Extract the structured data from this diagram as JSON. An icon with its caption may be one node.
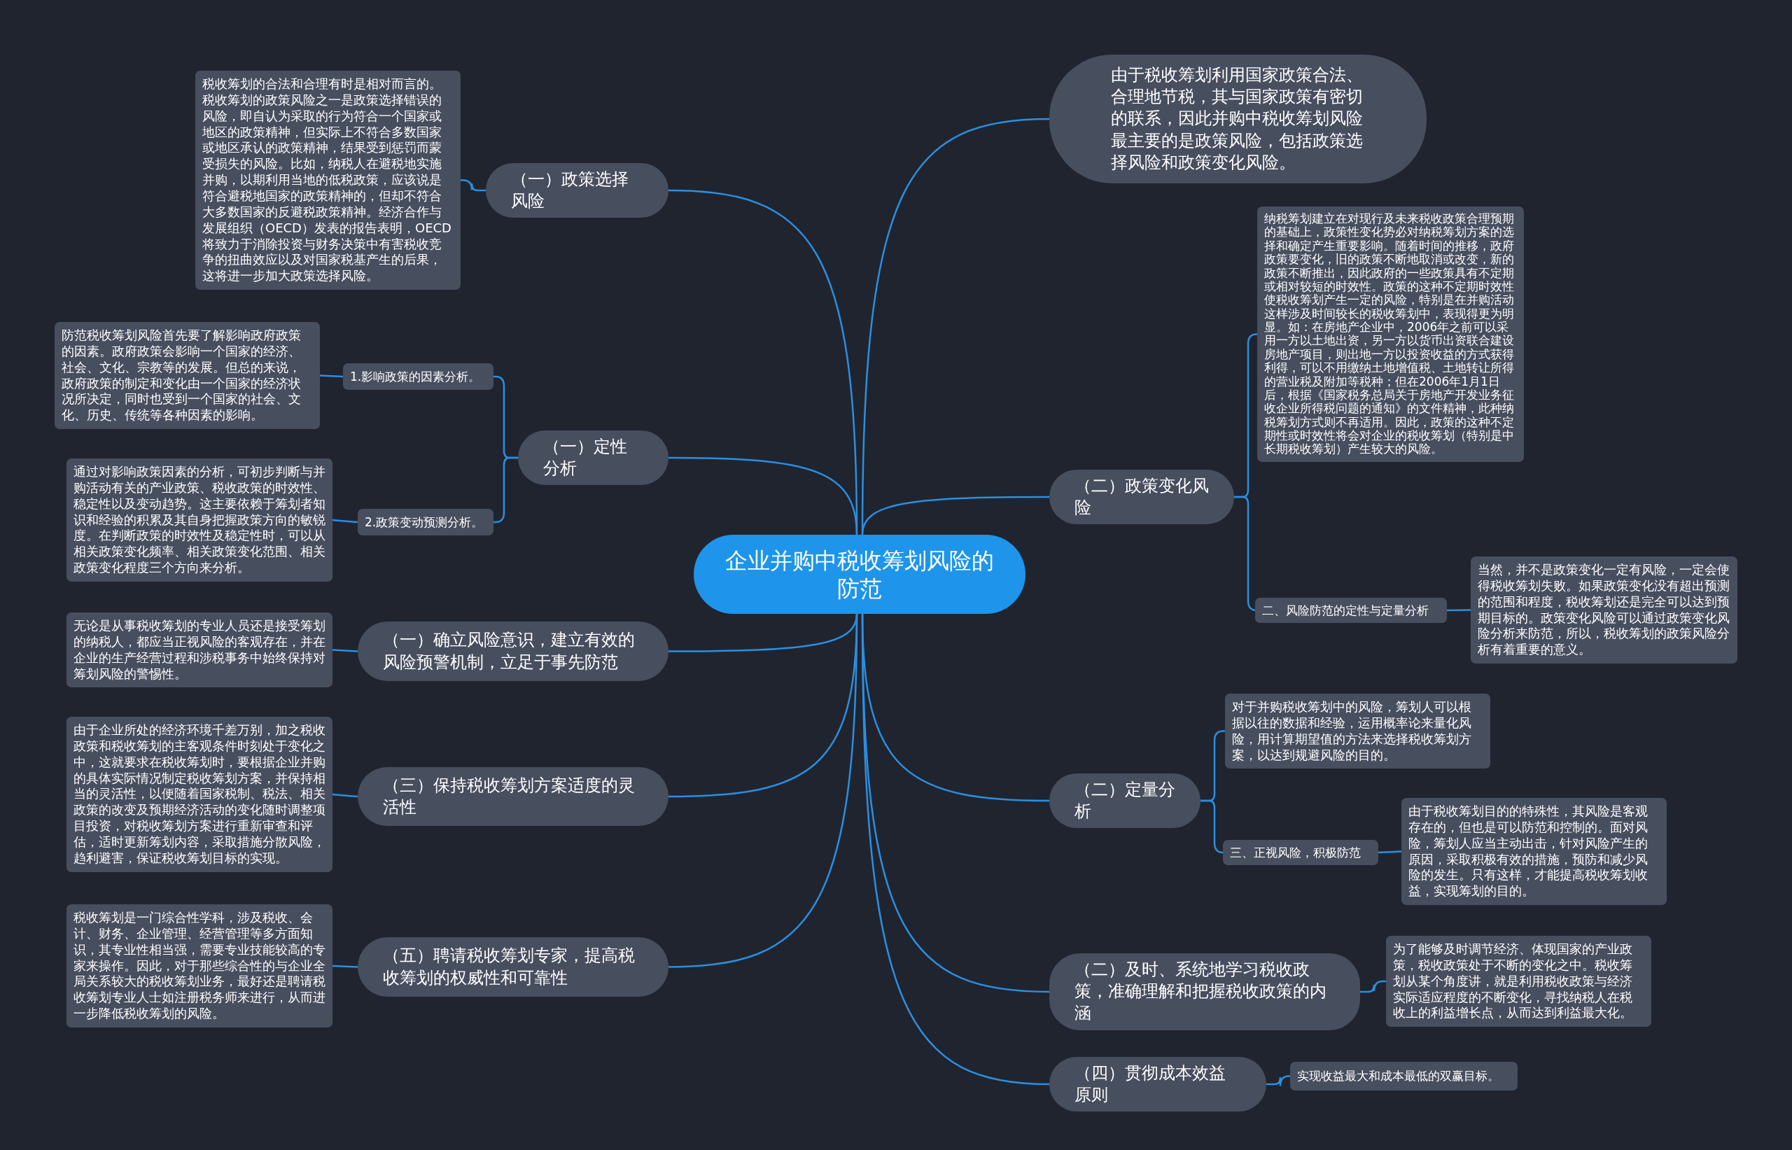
{
  "diagram": {
    "nodes": [
      {
        "text": [
          "企业并购中税收筹划风险的防范"
        ]
      },
      {
        "text": [
          "（一）政策选择风险"
        ]
      },
      {
        "text": [
          "税收筹划的合法和合理有时是相对而言的。税收筹划的政策风险之一是政策选择错误的风险，即自认为采取的行为符合一个国家或地区的政策精神，但实际上不符合多数国家或地区承认的政策精神，结果受到惩罚而蒙受损失的风险。比如，纳税人在避税地实施并购，以期利用当地的低税政策，应该说是符合避税地国家的政策精神的，但却不符合大多数国家的反避税政策精神。经济合作与发展组织（OECD）发表的报告表明，OECD将致力于消除投资与财务决策中有害税收竞争的扭曲效应以及对国家税基产生的后果，这将进一步加大政策选择风险。"
        ]
      },
      {
        "text": [
          "（一）定性分析"
        ]
      },
      {
        "text": [
          "1.影响政策的因素分析。"
        ]
      },
      {
        "text": [
          "防范税收筹划风险首先要了解影响政府政策的因素。政府政策会影响一个国家的经济、社会、文化、宗教等的发展。但总的来说，政府政策的制定和变化由一个国家的经济状况所决定，同时也受到一个国家的社会、文化、历史、传统等各种因素的影响。"
        ]
      },
      {
        "text": [
          "2.政策变动预测分析。"
        ]
      },
      {
        "text": [
          "通过对影响政策因素的分析，可初步判断与并购活动有关的产业政策、税收政策的时效性、稳定性以及变动趋势。这主要依赖于筹划者知识和经验的积累及其自身把握政策方向的敏锐度。在判断政策的时效性及稳定性时，可以从相关政策变化频率、相关政策变化范围、相关政策变化程度三个方向来分析。"
        ]
      },
      {
        "text": [
          "（一）确立风险意识，建立有效的风险预警机制，立足于事先防范"
        ]
      },
      {
        "text": [
          "无论是从事税收筹划的专业人员还是接受筹划的纳税人，都应当正视风险的客观存在，并在企业的生产经营过程和涉税事务中始终保持对筹划风险的警惕性。"
        ]
      },
      {
        "text": [
          "（三）保持税收筹划方案适度的灵活性"
        ]
      },
      {
        "text": [
          "由于企业所处的经济环境千差万别，加之税收政策和税收筹划的主客观条件时刻处于变化之中，这就要求在税收筹划时，要根据企业并购的具体实际情况制定税收筹划方案，并保持相当的灵活性，以便随着国家税制、税法、相关政策的改变及预期经济活动的变化随时调整项目投资，对税收筹划方案进行重新审查和评估，适时更新筹划内容，采取措施分散风险，趋利避害，保证税收筹划目标的实现。"
        ]
      },
      {
        "text": [
          "（五）聘请税收筹划专家，提高税收筹划的权威性和可靠性"
        ]
      },
      {
        "text": [
          "税收筹划是一门综合性学科，涉及税收、会计、财务、企业管理、经营管理等多方面知识，其专业性相当强，需要专业技能较高的专家来操作。因此，对于那些综合性的与企业全局关系较大的税收筹划业务，最好还是聘请税收筹划专业人士如注册税务师来进行，从而进一步降低税收筹划的风险。"
        ]
      },
      {
        "text": [
          "由于税收筹划利用国家政策合法、合理地节税，其与国家政策有密切的联系，因此并购中税收筹划风险最主要的是政策风险，包括政策选择风险和政策变化风险。"
        ]
      },
      {
        "text": [
          "（二）政策变化风险"
        ]
      },
      {
        "text": [
          "纳税筹划建立在对现行及未来税收政策合理预期的基础上，政策性变化势必对纳税筹划方案的选择和确定产生重要影响。随着时间的推移，政府政策要变化，旧的政策不断地取消或改变，新的政策不断推出，因此政府的一些政策具有不定期或相对较短的时效性。政策的这种不定期时效性使税收筹划产生一定的风险，特别是在并购活动这样涉及时间较长的税收筹划中，表现得更为明显。如：在房地产企业中，2006年之前可以采用一方以土地出资，另一方以货币出资联合建设房地产项目，则出地一方以投资收益的方式获得利得，可以不用缴纳土地增值税、土地转让所得的营业税及附加等税种；但在2006年1月1日后，根据《国家税务总局关于房地产开发业务征收企业所得税问题的通知》的文件精神，此种纳税筹划方式则不再适用。因此，政策的这种不定期性或时效性将会对企业的税收筹划（特别是中长期税收筹划）产生较大的风险。"
        ]
      },
      {
        "text": [
          "二、风险防范的定性与定量分析"
        ]
      },
      {
        "text": [
          "当然，并不是政策变化一定有风险，一定会使得税收筹划失败。如果政策变化没有超出预测的范围和程度，税收筹划还是完全可以达到预期目标的。政策变化风险可以通过政策变化风险分析来防范，所以，税收筹划的政策风险分析有着重要的意义。"
        ]
      },
      {
        "text": [
          "（二）定量分析"
        ]
      },
      {
        "text": [
          "对于并购税收筹划中的风险，筹划人可以根据以往的数据和经验，运用概率论来量化风险，用计算期望值的方法来选择税收筹划方案，以达到规避风险的目的。"
        ]
      },
      {
        "text": [
          "三、正视风险，积极防范"
        ]
      },
      {
        "text": [
          "由于税收筹划目的的特殊性，其风险是客观存在的，但也是可以防范和控制的。面对风险，筹划人应当主动出击，针对风险产生的原因，采取积极有效的措施，预防和减少风险的发生。只有这样，才能提高税收筹划收益，实现筹划的目的。"
        ]
      },
      {
        "text": [
          "（二）及时、系统地学习税收政策，准确理解和把握税收政策的内涵"
        ]
      },
      {
        "text": [
          "为了能够及时调节经济、体现国家的产业政策，税收政策处于不断的变化之中。税收筹划从某个角度讲，就是利用税收政策与经济实际适应程度的不断变化，寻找纳税人在税收上的利益增长点，从而达到利益最大化。"
        ]
      },
      {
        "text": [
          "（四）贯彻成本效益原则"
        ]
      },
      {
        "text": [
          "实现收益最大和成本最低的双赢目标。"
        ]
      }
    ],
    "edges": [
      {
        "from": 0,
        "to": 1,
        "arrow": "none"
      },
      {
        "from": 1,
        "to": 2,
        "arrow": "none"
      },
      {
        "from": 0,
        "to": 3,
        "arrow": "none"
      },
      {
        "from": 3,
        "to": 4,
        "arrow": "none"
      },
      {
        "from": 4,
        "to": 5,
        "arrow": "none"
      },
      {
        "from": 3,
        "to": 6,
        "arrow": "none"
      },
      {
        "from": 6,
        "to": 7,
        "arrow": "none"
      },
      {
        "from": 0,
        "to": 8,
        "arrow": "none"
      },
      {
        "from": 8,
        "to": 9,
        "arrow": "none"
      },
      {
        "from": 0,
        "to": 10,
        "arrow": "none"
      },
      {
        "from": 10,
        "to": 11,
        "arrow": "none"
      },
      {
        "from": 0,
        "to": 12,
        "arrow": "none"
      },
      {
        "from": 12,
        "to": 13,
        "arrow": "none"
      },
      {
        "from": 0,
        "to": 14,
        "arrow": "none"
      },
      {
        "from": 0,
        "to": 15,
        "arrow": "none"
      },
      {
        "from": 15,
        "to": 16,
        "arrow": "none"
      },
      {
        "from": 15,
        "to": 17,
        "arrow": "none"
      },
      {
        "from": 17,
        "to": 18,
        "arrow": "none"
      },
      {
        "from": 0,
        "to": 19,
        "arrow": "none"
      },
      {
        "from": 19,
        "to": 20,
        "arrow": "none"
      },
      {
        "from": 19,
        "to": 21,
        "arrow": "none"
      },
      {
        "from": 21,
        "to": 22,
        "arrow": "none"
      },
      {
        "from": 0,
        "to": 23,
        "arrow": "none"
      },
      {
        "from": 23,
        "to": 24,
        "arrow": "none"
      },
      {
        "from": 0,
        "to": 25,
        "arrow": "none"
      },
      {
        "from": 25,
        "to": 26,
        "arrow": "none"
      }
    ]
  }
}
